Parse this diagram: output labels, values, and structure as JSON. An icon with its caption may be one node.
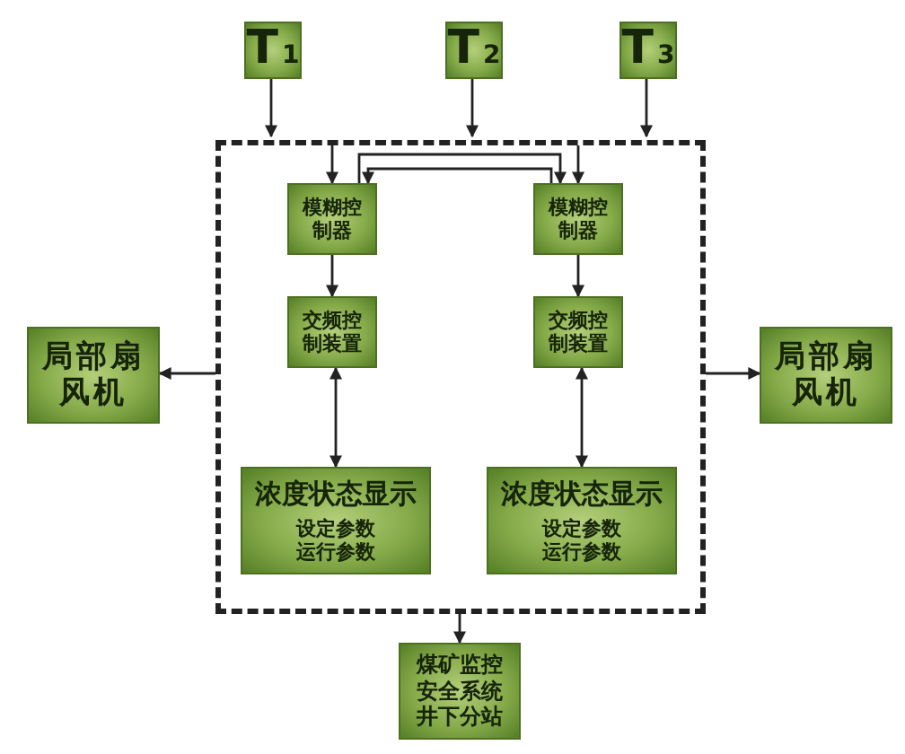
{
  "diagram": {
    "nodes": [
      {
        "text": [
          "T$_{1}$"
        ]
      },
      {
        "text": [
          "T$_{2}$"
        ]
      },
      {
        "text": [
          "T$_{3}$"
        ]
      },
      {
        "text": [],
        "shape": "box"
      },
      {
        "text": [
          "模糊控制器"
        ],
        "in": 3
      },
      {
        "text": [
          "交频控制装置"
        ],
        "in": 3
      },
      {
        "text": [
          "浓度状态显示",
          "设定参数",
          "运行参数"
        ],
        "in": 3
      },
      {
        "text": [
          "模糊控制器"
        ],
        "in": 3
      },
      {
        "text": [
          "交频控制装置"
        ],
        "in": 3
      },
      {
        "text": [
          "浓度状态显示",
          "设定参数",
          "运行参数"
        ],
        "in": 3
      },
      {
        "text": [
          "局部扇风机"
        ]
      },
      {
        "text": [
          "局部扇风机"
        ]
      },
      {
        "text": [
          "煤矿监控安全系统井下分站"
        ]
      }
    ],
    "edges": [
      {
        "from": 0,
        "to": 3,
        "arrow": "to"
      },
      {
        "from": 1,
        "to": 3,
        "arrow": "to"
      },
      {
        "from": 2,
        "to": 3,
        "arrow": "to"
      },
      {
        "from": 3,
        "to": 4,
        "arrow": "to"
      },
      {
        "from": 3,
        "to": 7,
        "arrow": "to"
      },
      {
        "from": 4,
        "to": 7,
        "arrow": "to"
      },
      {
        "from": 7,
        "to": 4,
        "arrow": "to"
      },
      {
        "from": 4,
        "to": 5,
        "arrow": "to"
      },
      {
        "from": 7,
        "to": 8,
        "arrow": "to"
      },
      {
        "from": 5,
        "to": 6,
        "arrow": "both"
      },
      {
        "from": 8,
        "to": 9,
        "arrow": "both"
      },
      {
        "from": 3,
        "to": 10,
        "arrow": "to"
      },
      {
        "from": 3,
        "to": 11,
        "arrow": "to"
      },
      {
        "from": 3,
        "to": 12,
        "arrow": "to"
      }
    ]
  }
}
